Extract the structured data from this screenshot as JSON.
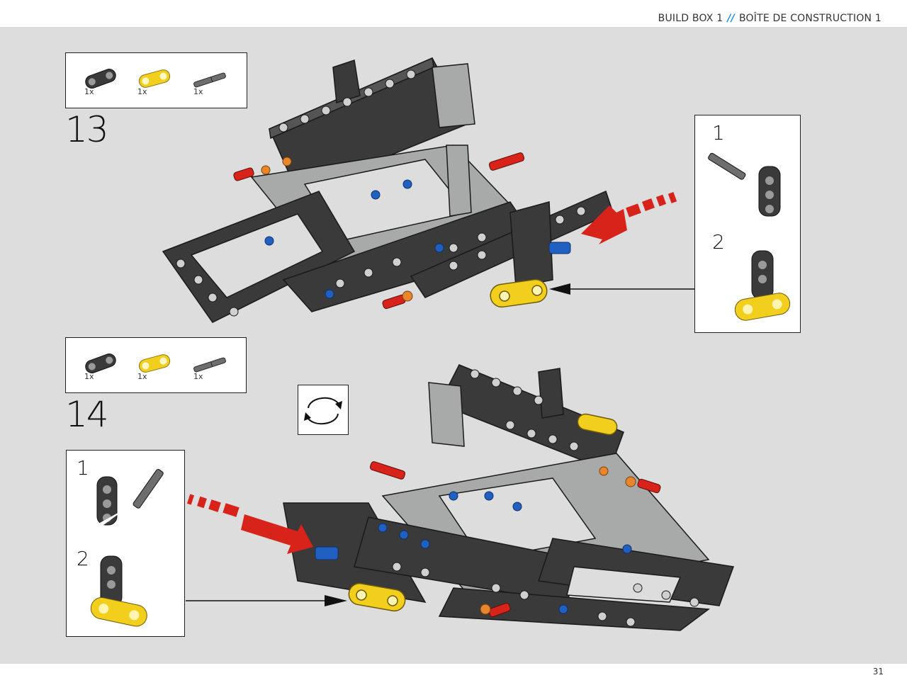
{
  "header": {
    "left": "BUILD BOX 1",
    "separator": "//",
    "right": "BOÎTE DE CONSTRUCTION 1"
  },
  "page_number": "31",
  "steps": [
    {
      "number": "13",
      "parts": [
        {
          "icon": "black-connector-icon",
          "qty": "1x"
        },
        {
          "icon": "yellow-connector-icon",
          "qty": "1x"
        },
        {
          "icon": "grey-axle-pin-icon",
          "qty": "1x"
        }
      ],
      "callout": {
        "sub1": "1",
        "sub2": "2"
      }
    },
    {
      "number": "14",
      "parts": [
        {
          "icon": "black-connector-icon",
          "qty": "1x"
        },
        {
          "icon": "yellow-connector-icon",
          "qty": "1x"
        },
        {
          "icon": "grey-axle-pin-icon",
          "qty": "1x"
        }
      ],
      "rotate_icon": "rotate-model-icon",
      "callout": {
        "sub1": "1",
        "sub2": "2"
      }
    }
  ],
  "colors": {
    "accent": "#1a8fd6",
    "background": "#dcdddc",
    "black_beam": "#3a3a3a",
    "grey_beam": "#a8aaa9",
    "yellow": "#f2cf1d",
    "red": "#d8231a",
    "blue": "#2060c0",
    "orange": "#e9862b"
  }
}
